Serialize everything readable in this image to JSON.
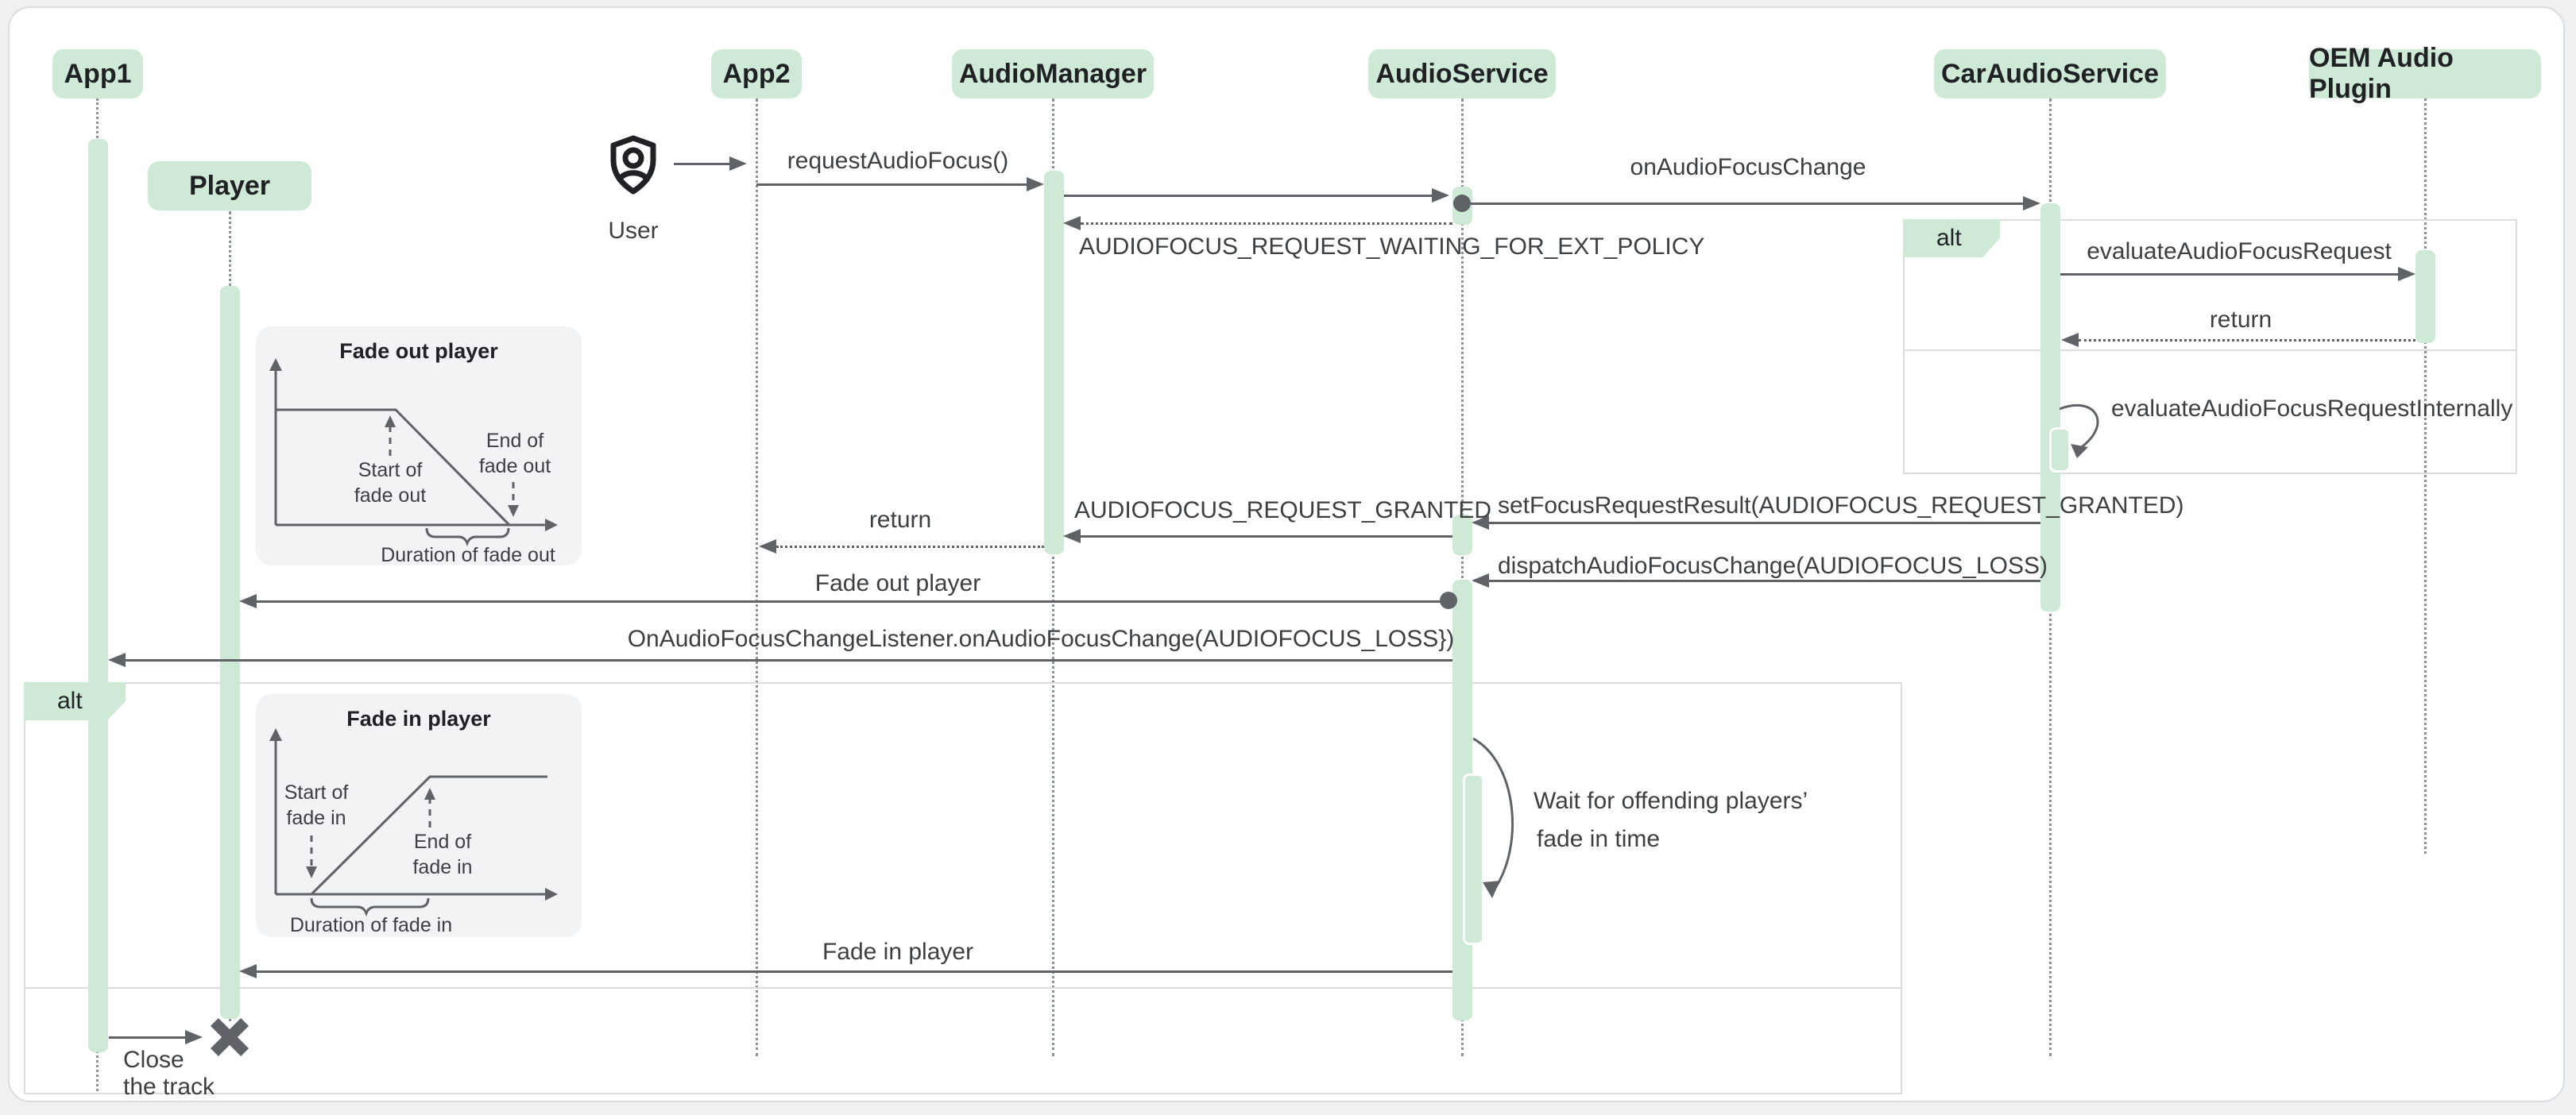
{
  "diagram": {
    "participants": [
      {
        "label": "App1"
      },
      {
        "label": "App2"
      },
      {
        "label": "AudioManager"
      },
      {
        "label": "AudioService"
      },
      {
        "label": "CarAudioService"
      },
      {
        "label": "OEM Audio Plugin"
      },
      {
        "label": "Player"
      }
    ],
    "actor": {
      "label": "User"
    },
    "fragments": {
      "alt_right_label": "alt",
      "alt_left_label": "alt"
    },
    "messages": {
      "request_audio_focus": "requestAudioFocus()",
      "on_audio_focus_change": "onAudioFocusChange",
      "waiting_ext_policy": "AUDIOFOCUS_REQUEST_WAITING_FOR_EXT_POLICY",
      "evaluate_request": "evaluateAudioFocusRequest",
      "return_oem": "return",
      "evaluate_internally": "evaluateAudioFocusRequestInternally",
      "set_focus_result": "setFocusRequestResult(AUDIOFOCUS_REQUEST_GRANTED)",
      "request_granted": "AUDIOFOCUS_REQUEST_GRANTED",
      "return_app2": "return",
      "dispatch_loss": "dispatchAudioFocusChange(AUDIOFOCUS_LOSS)",
      "fade_out_player": "Fade out player",
      "on_focus_change_listener": "OnAudioFocusChangeListener.onAudioFocusChange(AUDIOFOCUS_LOSS})",
      "fade_in_player": "Fade in player",
      "close_line1": "Close",
      "close_line2": "the track",
      "wait_line1": "Wait for offending players’",
      "wait_line2": "fade in time"
    },
    "insets": {
      "fade_out": {
        "title": "Fade out player",
        "start_line1": "Start of",
        "start_line2": "fade out",
        "end_line1": "End of",
        "end_line2": "fade out",
        "duration": "Duration of fade out"
      },
      "fade_in": {
        "title": "Fade in player",
        "start_line1": "Start of",
        "start_line2": "fade in",
        "end_line1": "End of",
        "end_line2": "fade in",
        "duration": "Duration of fade in"
      }
    },
    "colors": {
      "participant_fill": "#ceead6",
      "activation_fill": "#ceead6",
      "arrow": "#5f6368",
      "label_text": "#3c4043",
      "frame_border": "#dadce0",
      "inset_bg": "#f1f3f4",
      "card_bg": "#ffffff",
      "page_bg": "#eef0f2"
    }
  }
}
